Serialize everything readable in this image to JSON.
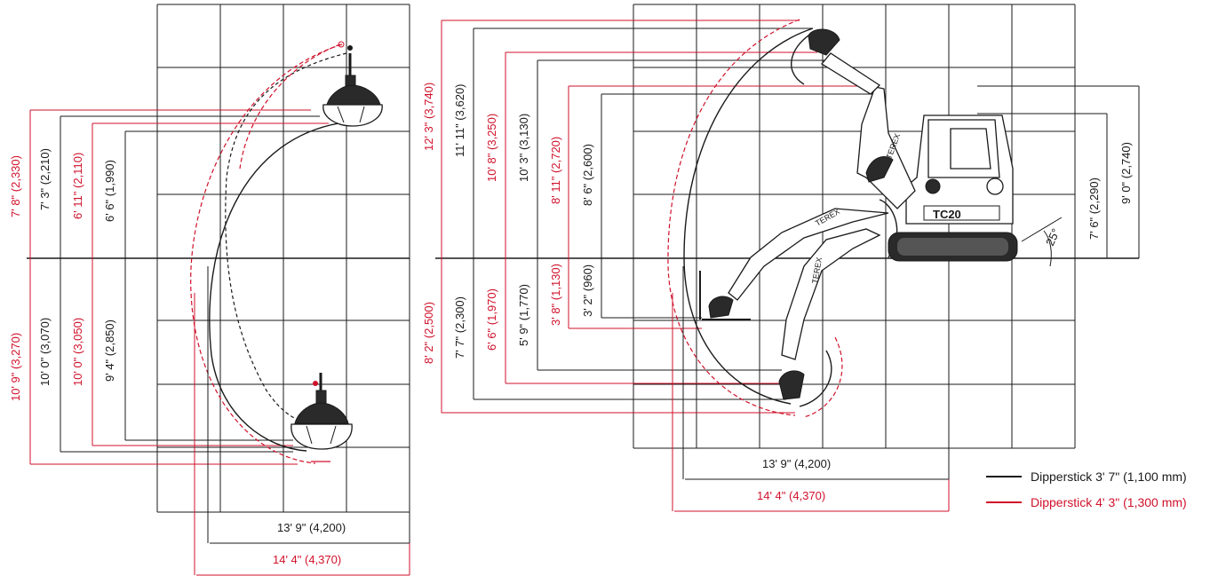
{
  "left_diagram": {
    "vertical_dims_upper": [
      {
        "text": "7' 8\" (2,330)",
        "color": "#d0122b"
      },
      {
        "text": "7' 3\" (2,210)",
        "color": "#1a1a1a"
      },
      {
        "text": "6' 11\" (2,110)",
        "color": "#d0122b"
      },
      {
        "text": "6' 6\" (1,990)",
        "color": "#1a1a1a"
      }
    ],
    "vertical_dims_lower": [
      {
        "text": "10' 9\" (3,270)",
        "color": "#d0122b"
      },
      {
        "text": "10' 0\" (3,070)",
        "color": "#1a1a1a"
      },
      {
        "text": "10' 0\" (3,050)",
        "color": "#d0122b"
      },
      {
        "text": "9' 4\" (2,850)",
        "color": "#1a1a1a"
      }
    ],
    "reach_black": "13' 9\" (4,200)",
    "reach_red": "14' 4\" (4,370)"
  },
  "right_diagram": {
    "vertical_dims_upper": [
      {
        "text": "12' 3\" (3,740)",
        "color": "#d0122b"
      },
      {
        "text": "11' 11\" (3,620)",
        "color": "#1a1a1a"
      },
      {
        "text": "10' 8\" (3,250)",
        "color": "#d0122b"
      },
      {
        "text": "10' 3\" (3,130)",
        "color": "#1a1a1a"
      },
      {
        "text": "8' 11\" (2,720)",
        "color": "#d0122b"
      },
      {
        "text": "8' 6\" (2,600)",
        "color": "#1a1a1a"
      }
    ],
    "vertical_dims_lower": [
      {
        "text": "8' 2\" (2,500)",
        "color": "#d0122b"
      },
      {
        "text": "7' 7\" (2,300)",
        "color": "#1a1a1a"
      },
      {
        "text": "6' 6\" (1,970)",
        "color": "#d0122b"
      },
      {
        "text": "5' 9\" (1,770)",
        "color": "#1a1a1a"
      },
      {
        "text": "3' 8\" (1,130)",
        "color": "#d0122b"
      },
      {
        "text": "3' 2\" (960)",
        "color": "#1a1a1a"
      }
    ],
    "machine_heights": [
      {
        "text": "7' 6\" (2,290)",
        "color": "#1a1a1a"
      },
      {
        "text": "9' 0\" (2,740)",
        "color": "#1a1a1a"
      }
    ],
    "angle": "25°",
    "reach_black": "13' 9\" (4,200)",
    "reach_red": "14' 4\" (4,370)",
    "brand": "TEREX",
    "model": "TC20"
  },
  "legend": [
    {
      "label": "Dipperstick 3' 7\" (1,100 mm)",
      "color": "#1a1a1a"
    },
    {
      "label": "Dipperstick 4' 3\" (1,300 mm)",
      "color": "#d0122b"
    }
  ]
}
